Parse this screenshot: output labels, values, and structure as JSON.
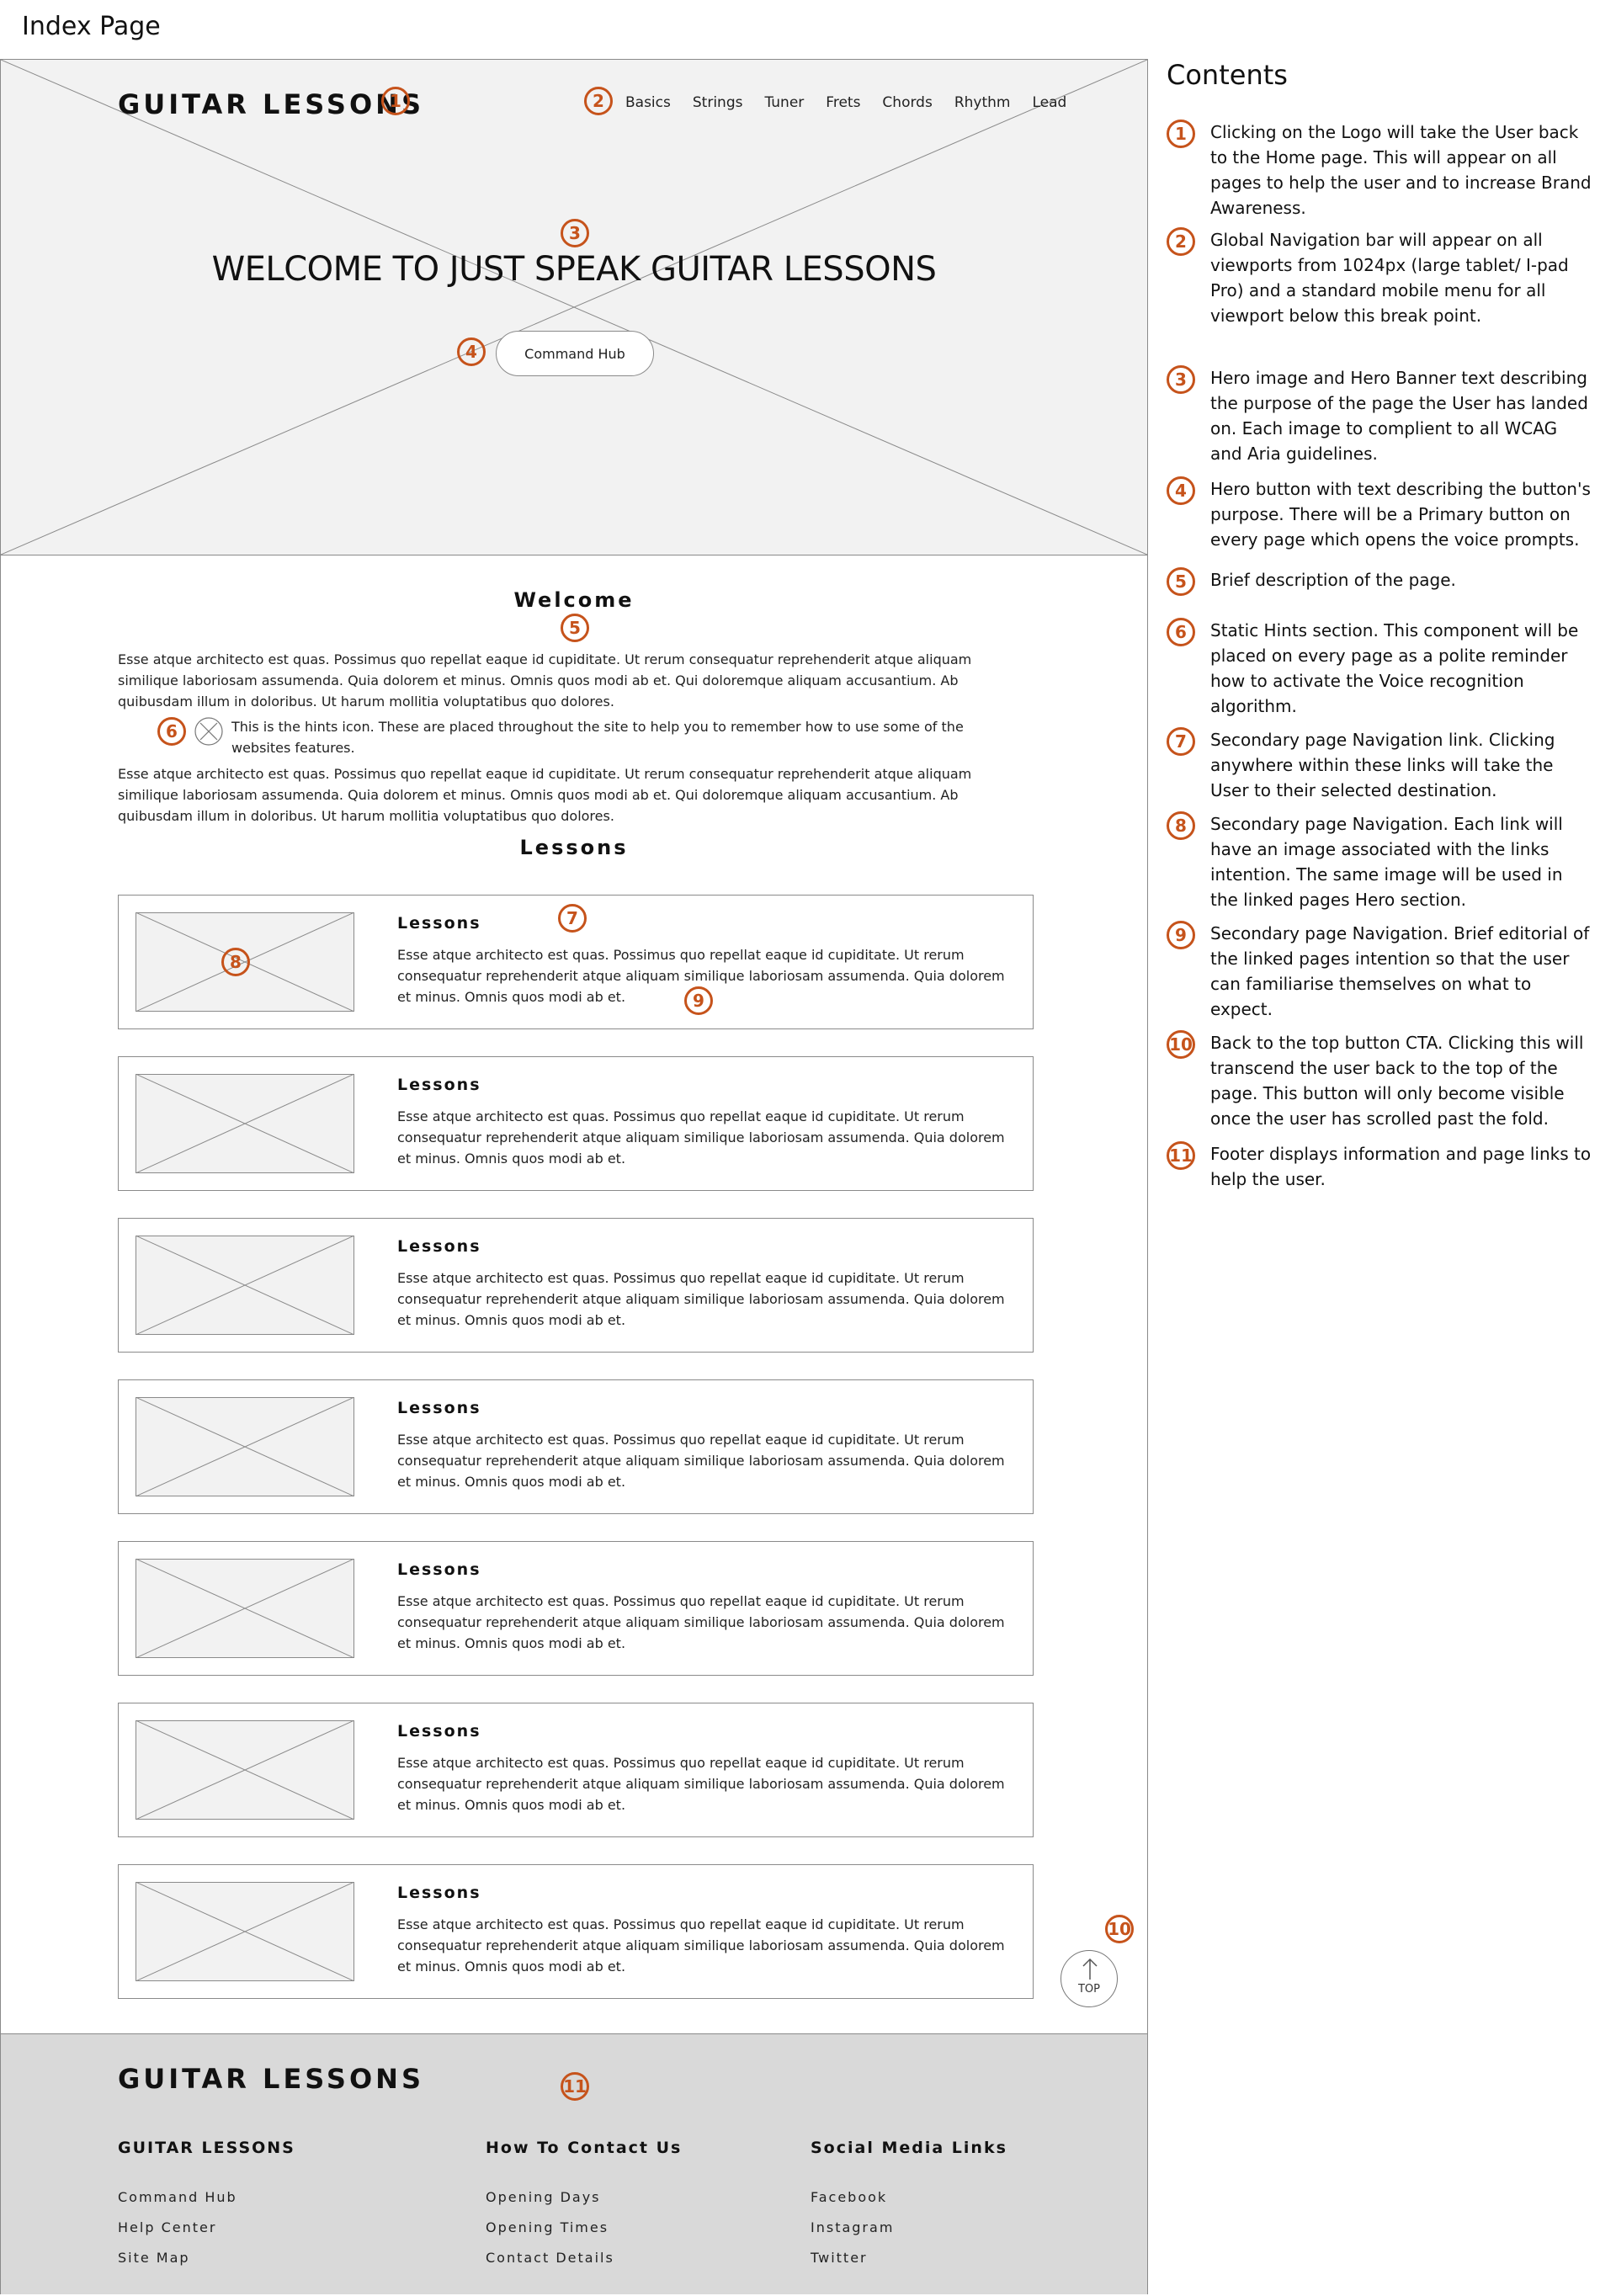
{
  "page": {
    "title": "Index Page"
  },
  "hero": {
    "logo": "GUITAR LESSONS",
    "nav": [
      "Basics",
      "Strings",
      "Tuner",
      "Frets",
      "Chords",
      "Rhythm",
      "Lead"
    ],
    "title": "WELCOME TO JUST SPEAK GUITAR LESSONS",
    "button": "Command Hub"
  },
  "welcome": {
    "heading": "Welcome",
    "para1": "Esse atque architecto est quas. Possimus quo repellat eaque id cupiditate. Ut rerum consequatur reprehenderit atque aliquam similique laboriosam assumenda. Quia dolorem et minus. Omnis quos modi ab et. Qui doloremque aliquam accusantium. Ab quibusdam illum in doloribus. Ut harum mollitia voluptatibus quo dolores.",
    "hint": "This is the hints icon. These are placed throughout the site to help you to remember how to use some of the websites features.",
    "para2": "Esse atque architecto est quas. Possimus quo repellat eaque id cupiditate. Ut rerum consequatur reprehenderit atque aliquam similique laboriosam assumenda. Quia dolorem et minus. Omnis quos modi ab et. Qui doloremque aliquam accusantium. Ab quibusdam illum in doloribus. Ut harum mollitia voluptatibus quo dolores."
  },
  "lessons": {
    "heading": "Lessons",
    "cards": [
      {
        "title": "Lessons",
        "text": "Esse atque architecto est quas. Possimus quo repellat eaque id cupiditate. Ut rerum consequatur reprehenderit atque aliquam similique laboriosam assumenda. Quia dolorem et minus. Omnis quos modi ab et."
      },
      {
        "title": "Lessons",
        "text": "Esse atque architecto est quas. Possimus quo repellat eaque id cupiditate. Ut rerum consequatur reprehenderit atque aliquam similique laboriosam assumenda. Quia dolorem et minus. Omnis quos modi ab et."
      },
      {
        "title": "Lessons",
        "text": "Esse atque architecto est quas. Possimus quo repellat eaque id cupiditate. Ut rerum consequatur reprehenderit atque aliquam similique laboriosam assumenda. Quia dolorem et minus. Omnis quos modi ab et."
      },
      {
        "title": "Lessons",
        "text": "Esse atque architecto est quas. Possimus quo repellat eaque id cupiditate. Ut rerum consequatur reprehenderit atque aliquam similique laboriosam assumenda. Quia dolorem et minus. Omnis quos modi ab et."
      },
      {
        "title": "Lessons",
        "text": "Esse atque architecto est quas. Possimus quo repellat eaque id cupiditate. Ut rerum consequatur reprehenderit atque aliquam similique laboriosam assumenda. Quia dolorem et minus. Omnis quos modi ab et."
      },
      {
        "title": "Lessons",
        "text": "Esse atque architecto est quas. Possimus quo repellat eaque id cupiditate. Ut rerum consequatur reprehenderit atque aliquam similique laboriosam assumenda. Quia dolorem et minus. Omnis quos modi ab et."
      },
      {
        "title": "Lessons",
        "text": "Esse atque architecto est quas. Possimus quo repellat eaque id cupiditate. Ut rerum consequatur reprehenderit atque aliquam similique laboriosam assumenda. Quia dolorem et minus. Omnis quos modi ab et."
      }
    ]
  },
  "top_button": {
    "label": "TOP"
  },
  "footer": {
    "logo": "GUITAR LESSONS",
    "columns": [
      {
        "heading": "GUITAR LESSONS",
        "links": [
          "Command Hub",
          "Help Center",
          "Site Map"
        ]
      },
      {
        "heading": "How To Contact Us",
        "links": [
          "Opening Days",
          "Opening Times",
          "Contact Details"
        ]
      },
      {
        "heading": "Social Media Links",
        "links": [
          "Facebook",
          "Instagram",
          "Twitter"
        ]
      }
    ]
  },
  "markers": [
    "1",
    "2",
    "3",
    "4",
    "5",
    "6",
    "7",
    "8",
    "9",
    "10",
    "11"
  ],
  "contents": {
    "heading": "Contents",
    "items": [
      {
        "num": "1",
        "text": "Clicking on the Logo will take the User back to the Home page. This will appear on all pages to help the user and to increase Brand Awareness."
      },
      {
        "num": "2",
        "text": "Global Navigation bar will appear on all viewports from 1024px (large tablet/ I-pad Pro) and a standard mobile menu for all viewport below this break point."
      },
      {
        "num": "3",
        "text": "Hero image and Hero Banner text describing the purpose of the page the User has landed on. Each image to complient to all WCAG and Aria guidelines."
      },
      {
        "num": "4",
        "text": "Hero button with text describing the button's purpose. There will be a Primary button on every page which opens the voice prompts."
      },
      {
        "num": "5",
        "text": "Brief description of the page."
      },
      {
        "num": "6",
        "text": "Static Hints section. This component will be placed on every page as a polite reminder how to activate the Voice recognition algorithm."
      },
      {
        "num": "7",
        "text": "Secondary page Navigation link. Clicking anywhere within these links will take the User to their selected destination."
      },
      {
        "num": "8",
        "text": "Secondary page Navigation. Each link will have an image associated with the links intention. The same image will be used in the linked pages Hero section."
      },
      {
        "num": "9",
        "text": "Secondary page Navigation. Brief editorial of the linked pages intention so that the user can familiarise themselves on what to expect."
      },
      {
        "num": "10",
        "text": "Back to the top button CTA. Clicking this will transcend the user back to the top of the page. This button will only become visible once the user has scrolled past the fold."
      },
      {
        "num": "11",
        "text": "Footer displays information and page links to help the user."
      }
    ]
  },
  "colors": {
    "accent": "#c6531b",
    "hero_bg": "#f2f2f2",
    "footer_bg": "#d9d9d9",
    "wire": "#8a8a8a"
  }
}
